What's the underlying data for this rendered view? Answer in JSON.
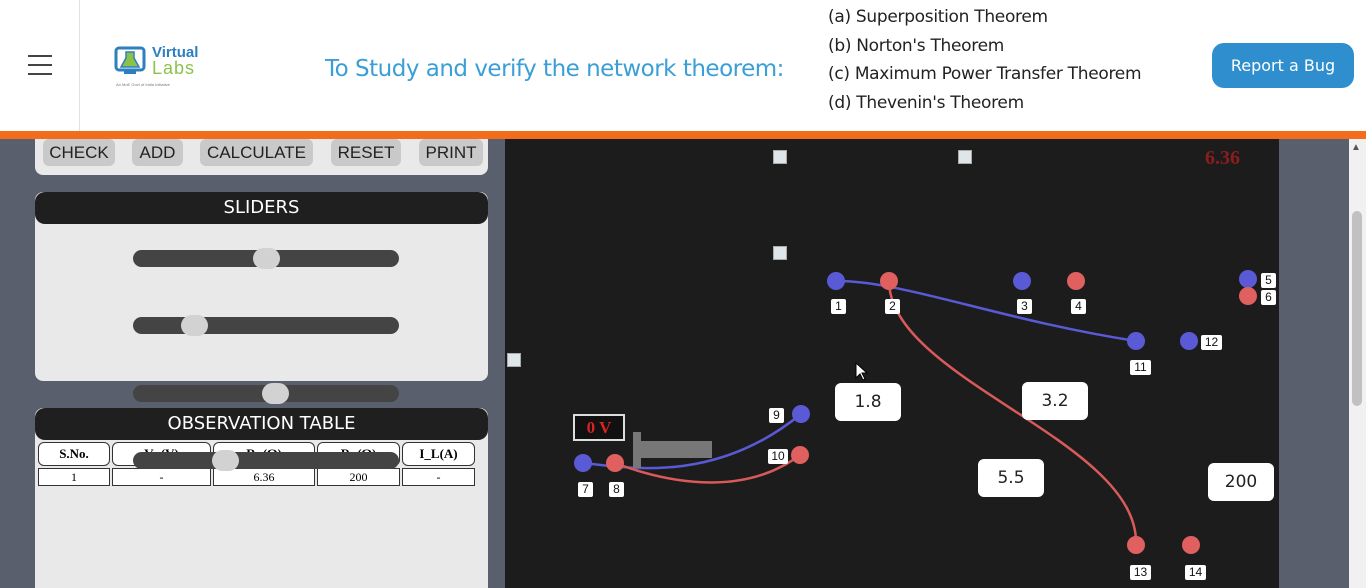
{
  "header": {
    "logo_line1": "Virtual",
    "logo_line2": "Labs",
    "logo_sub": "An MoE Govt of India Initiative",
    "title": "To Study and verify the network theorem:",
    "theorems": [
      "(a) Superposition Theorem",
      "(b) Norton's Theorem",
      "(c) Maximum Power Transfer Theorem",
      "(d) Thevenin's Theorem"
    ],
    "report_bug": "Report a Bug"
  },
  "controls": {
    "check": "CHECK",
    "add": "ADD",
    "calculate": "CALCULATE",
    "reset": "RESET",
    "print": "PRINT"
  },
  "sliders": {
    "title": "SLIDERS",
    "levels": [
      0.5,
      0.2,
      0.54,
      0.33
    ]
  },
  "observation": {
    "title": "OBSERVATION TABLE",
    "headers": [
      "S.No.",
      "V₀ (V)",
      "R₁ (Ω)",
      "R₂ (Ω)",
      "I_L(A)"
    ],
    "row": [
      "1",
      "-",
      "6.36",
      "200",
      "-"
    ]
  },
  "circuit": {
    "readout": "6.36",
    "voltage": "0 V",
    "values": [
      "1.8",
      "3.2",
      "5.5",
      "200"
    ],
    "terminals": [
      "1",
      "2",
      "3",
      "4",
      "5",
      "6",
      "7",
      "8",
      "9",
      "10",
      "11",
      "12",
      "13",
      "14"
    ]
  },
  "colors": {
    "accent_orange": "#f26c1b",
    "title_blue": "#3a9fd6",
    "wire_blue": "#5a5ad6",
    "wire_red": "#d95a5a"
  }
}
